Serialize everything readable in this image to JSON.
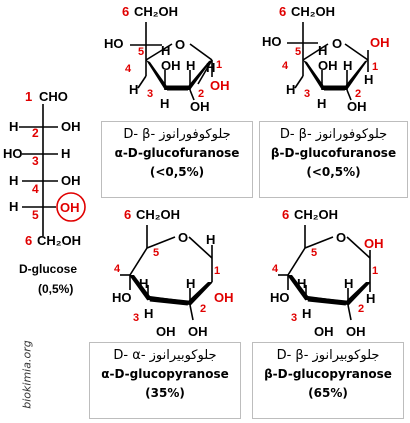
{
  "watermark": "biokimia.org",
  "colors": {
    "ink": "#000000",
    "highlight": "#e00000",
    "box_border": "#bdbdbd"
  },
  "atoms": {
    "cho": "CHO",
    "ch2oh": "CH₂OH",
    "oh": "OH",
    "ho": "HO",
    "h": "H",
    "o": "O"
  },
  "linear": {
    "name": "D-glucose",
    "percent": "(0,5%)",
    "carbons": [
      "1",
      "2",
      "3",
      "4",
      "5",
      "6"
    ]
  },
  "alpha_furanose": {
    "arabic": "جلوكوفورانوز -D- β",
    "latin": "α-D-glucofuranose",
    "percent": "(<0,5%)"
  },
  "beta_furanose": {
    "arabic": "جلوكوفورانوز -D- β",
    "latin": "β-D-glucofuranose",
    "percent": "(<0,5%)"
  },
  "alpha_pyranose": {
    "arabic": "جلوكوبيرانوز -D- α",
    "latin": "α-D-glucopyranose",
    "percent": "(35%)"
  },
  "beta_pyranose": {
    "arabic": "جلوكوبيرانوز -D- β",
    "latin": "β-D-glucopyranose",
    "percent": "(65%)"
  }
}
